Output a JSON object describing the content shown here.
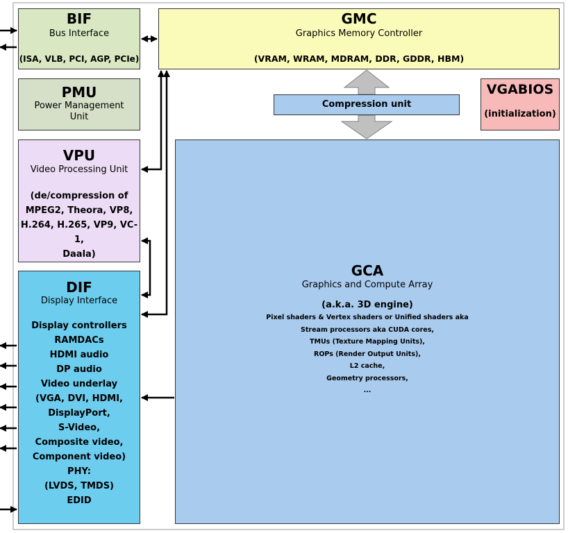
{
  "bif": {
    "title": "BIF",
    "subtitle": "Bus Interface",
    "detail": "(ISA, VLB, PCI, AGP, PCIe)"
  },
  "gmc": {
    "title": "GMC",
    "subtitle": "Graphics Memory Controller",
    "detail": "(VRAM, WRAM, MDRAM, DDR, GDDR, HBM)"
  },
  "pmu": {
    "title": "PMU",
    "subtitle_line1": "Power Management",
    "subtitle_line2": "Unit"
  },
  "vgabios": {
    "title": "VGABIOS",
    "detail": "(initialization)"
  },
  "compression": {
    "label": "Compression unit"
  },
  "vpu": {
    "title": "VPU",
    "subtitle": "Video Processing Unit",
    "details": [
      "(de/compression of",
      "MPEG2, Theora, VP8,",
      "H.264, H.265, VP9, VC-1,",
      "Daala)"
    ]
  },
  "dif": {
    "title": "DIF",
    "subtitle": "Display Interface",
    "items": [
      "Display controllers",
      "RAMDACs",
      "HDMI audio",
      "DP audio",
      "Video underlay",
      "(VGA, DVI, HDMI,",
      "DisplayPort,",
      "S-Video,",
      "Composite video,",
      "Component video)",
      "PHY:",
      "(LVDS, TMDS)",
      "EDID"
    ]
  },
  "gca": {
    "title": "GCA",
    "subtitle": "Graphics and Compute Array",
    "aka": "(a.k.a. 3D engine)",
    "items": [
      "Pixel shaders & Vertex shaders or Unified shaders aka",
      "Stream processors aka CUDA cores,",
      "TMUs (Texture Mapping Units),",
      "ROPs (Render Output Units),",
      "L2 cache,",
      "Geometry processors,",
      "..."
    ]
  },
  "colors": {
    "bif": "#d9e8c2",
    "gmc": "#fbfbb9",
    "pmu": "#d6dfc8",
    "vgabios": "#f8b9b9",
    "vpu": "#eddcf5",
    "dif": "#6ccdee",
    "gca": "#a9cbee",
    "compression": "#a9cbee",
    "arrow_fill": "#c0c0c0",
    "line": "#000000"
  }
}
